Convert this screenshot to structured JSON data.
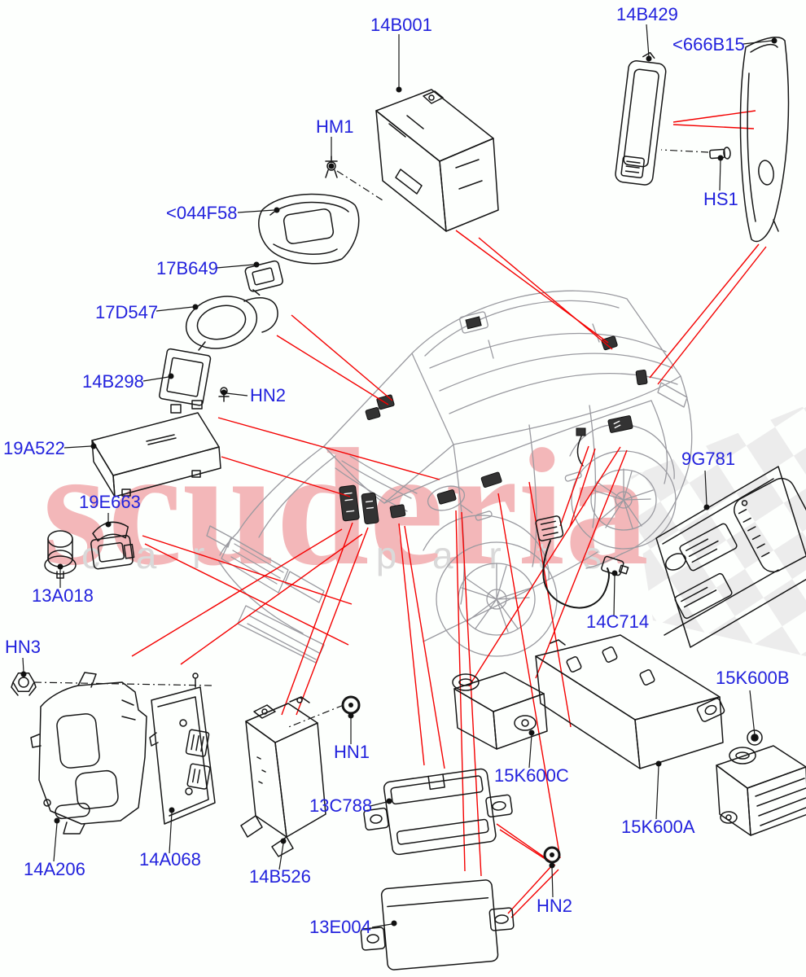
{
  "watermark": {
    "brand": "scuderia",
    "tagline": "car parts"
  },
  "colors": {
    "label_blue": "#2222dd",
    "callout_red": "#f40000",
    "line_black": "#161616",
    "vehicle_gray": "#9a9aa0",
    "watermark_pink": "#f3b7b9",
    "watermark_gray": "#d9d9d9",
    "checker_gray": "#ececec",
    "background": "#fdfffd"
  },
  "labels": [
    {
      "id": "14B001",
      "text": "14B001"
    },
    {
      "id": "HM1",
      "text": "HM1"
    },
    {
      "id": "14B429",
      "text": "14B429"
    },
    {
      "id": "666B15",
      "text": "<666B15"
    },
    {
      "id": "HS1",
      "text": "HS1"
    },
    {
      "id": "044F58",
      "text": "<044F58"
    },
    {
      "id": "17B649",
      "text": "17B649"
    },
    {
      "id": "17D547",
      "text": "17D547"
    },
    {
      "id": "14B298",
      "text": "14B298"
    },
    {
      "id": "HN2-a",
      "text": "HN2"
    },
    {
      "id": "19A522",
      "text": "19A522"
    },
    {
      "id": "19E663",
      "text": "19E663"
    },
    {
      "id": "13A018",
      "text": "13A018"
    },
    {
      "id": "HN3",
      "text": "HN3"
    },
    {
      "id": "14A206",
      "text": "14A206"
    },
    {
      "id": "14A068",
      "text": "14A068"
    },
    {
      "id": "14B526",
      "text": "14B526"
    },
    {
      "id": "HN1",
      "text": "HN1"
    },
    {
      "id": "13C788",
      "text": "13C788"
    },
    {
      "id": "13E004",
      "text": "13E004"
    },
    {
      "id": "HN2-b",
      "text": "HN2"
    },
    {
      "id": "15K600C",
      "text": "15K600C"
    },
    {
      "id": "15K600A",
      "text": "15K600A"
    },
    {
      "id": "15K600B",
      "text": "15K600B"
    },
    {
      "id": "9G781",
      "text": "9G781"
    },
    {
      "id": "14C714",
      "text": "14C714"
    }
  ]
}
